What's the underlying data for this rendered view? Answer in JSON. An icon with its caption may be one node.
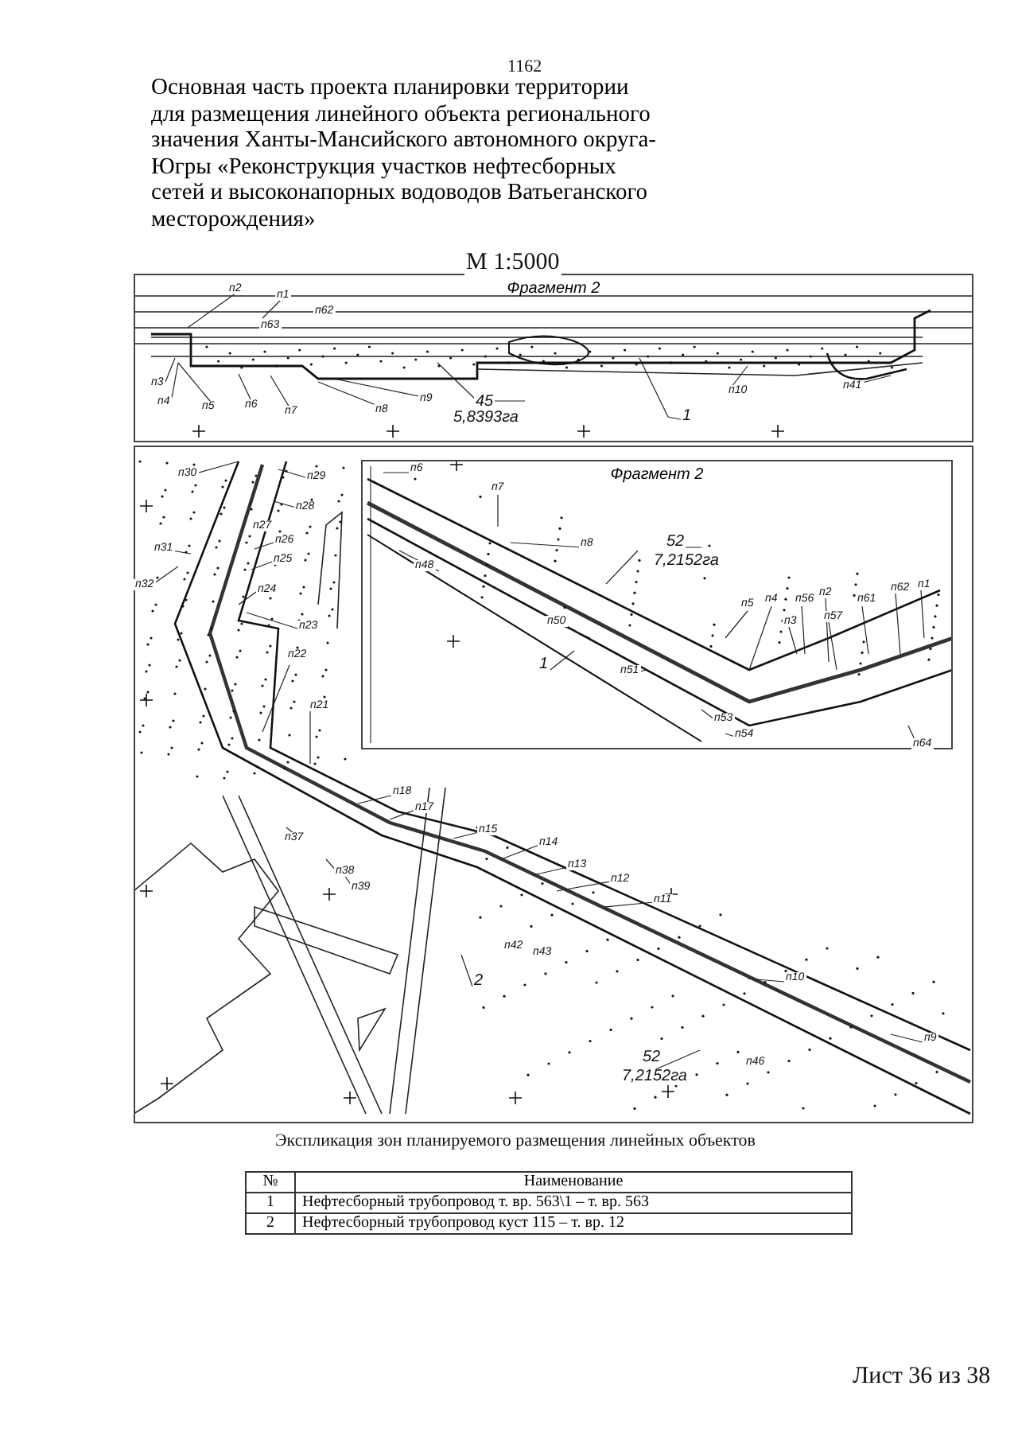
{
  "diagram": {
    "title": "Основная часть проекта планировки территории для размещения линейного объекта регионального значения Ханты-Мансийского автономного округа-Югры «Реконструкция участков нефтесборных сетей и высоконапорных водоводов Ватьеганского месторождения»",
    "nodes": [
      {
        "text": [
          "Фрагмент 2"
        ]
      },
      {
        "text": [],
        "shape": "box"
      },
      {
        "text": [
          "Фрагмент 2"
        ],
        "in": 1
      }
    ],
    "labels": [
      "1162",
      "М 1:5000",
      "п2",
      "п1",
      "п62",
      "п63",
      "п3",
      "п4",
      "п5",
      "п6",
      "п7",
      "п8",
      "п9",
      "п10",
      "п41",
      "45",
      "5,8393га",
      "1",
      "п30",
      "п29",
      "п28",
      "п27",
      "п26",
      "п25",
      "п24",
      "п23",
      "п31",
      "п32",
      "п22",
      "п21",
      "п18",
      "п17",
      "п15",
      "п14",
      "п13",
      "п12",
      "п11",
      "п37",
      "п38",
      "п39",
      "п42",
      "п43",
      "2",
      "п10",
      "п9",
      "п46",
      "52",
      "7,2152га",
      "п6",
      "п7",
      "п8",
      "п48",
      "52",
      "7,2152га",
      "п50",
      "1",
      "п5",
      "п4",
      "п56",
      "п2",
      "п3",
      "п57",
      "п61",
      "п62",
      "п1",
      "п51",
      "п53",
      "п54",
      "п64",
      "Экспликация зон планируемого размещения линейных объектов",
      "№",
      "Наименование",
      "1",
      "Нефтесборный трубопровод т. вр. 563\\1 – т. вр. 563",
      "2",
      "Нефтесборный трубопровод куст 115 – т. вр. 12",
      "Лист 36 из 38"
    ]
  }
}
